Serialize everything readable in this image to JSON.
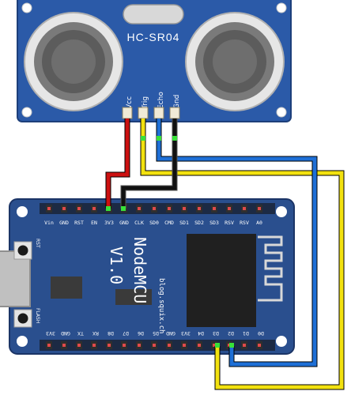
{
  "sensor": {
    "name": "HC-SR04",
    "pins": [
      "Vcc",
      "Trig",
      "Echo",
      "Gnd"
    ]
  },
  "board": {
    "title": "NodeMCU",
    "version": "V1.0",
    "website": "blog.squix.ch",
    "buttons": {
      "rst": "RST",
      "flash": "FLASH"
    },
    "top_pins": [
      "Vin",
      "GND",
      "RST",
      "EN",
      "3V3",
      "GND",
      "CLK",
      "SD0",
      "CMD",
      "SD1",
      "SD2",
      "SD3",
      "RSV",
      "RSV",
      "A0"
    ],
    "bottom_pins": [
      "3V3",
      "GND",
      "TX",
      "RX",
      "D8",
      "D7",
      "D6",
      "D5",
      "GND",
      "3V3",
      "D4",
      "D3",
      "D2",
      "D1",
      "D0"
    ]
  },
  "colors": {
    "board_blue": "#2a4f8e",
    "sensor_blue": "#2b5aa8",
    "wire_red": "#cc1111",
    "wire_black": "#111111",
    "wire_yellow": "#f2e10f",
    "wire_blue": "#1e6fd6"
  }
}
